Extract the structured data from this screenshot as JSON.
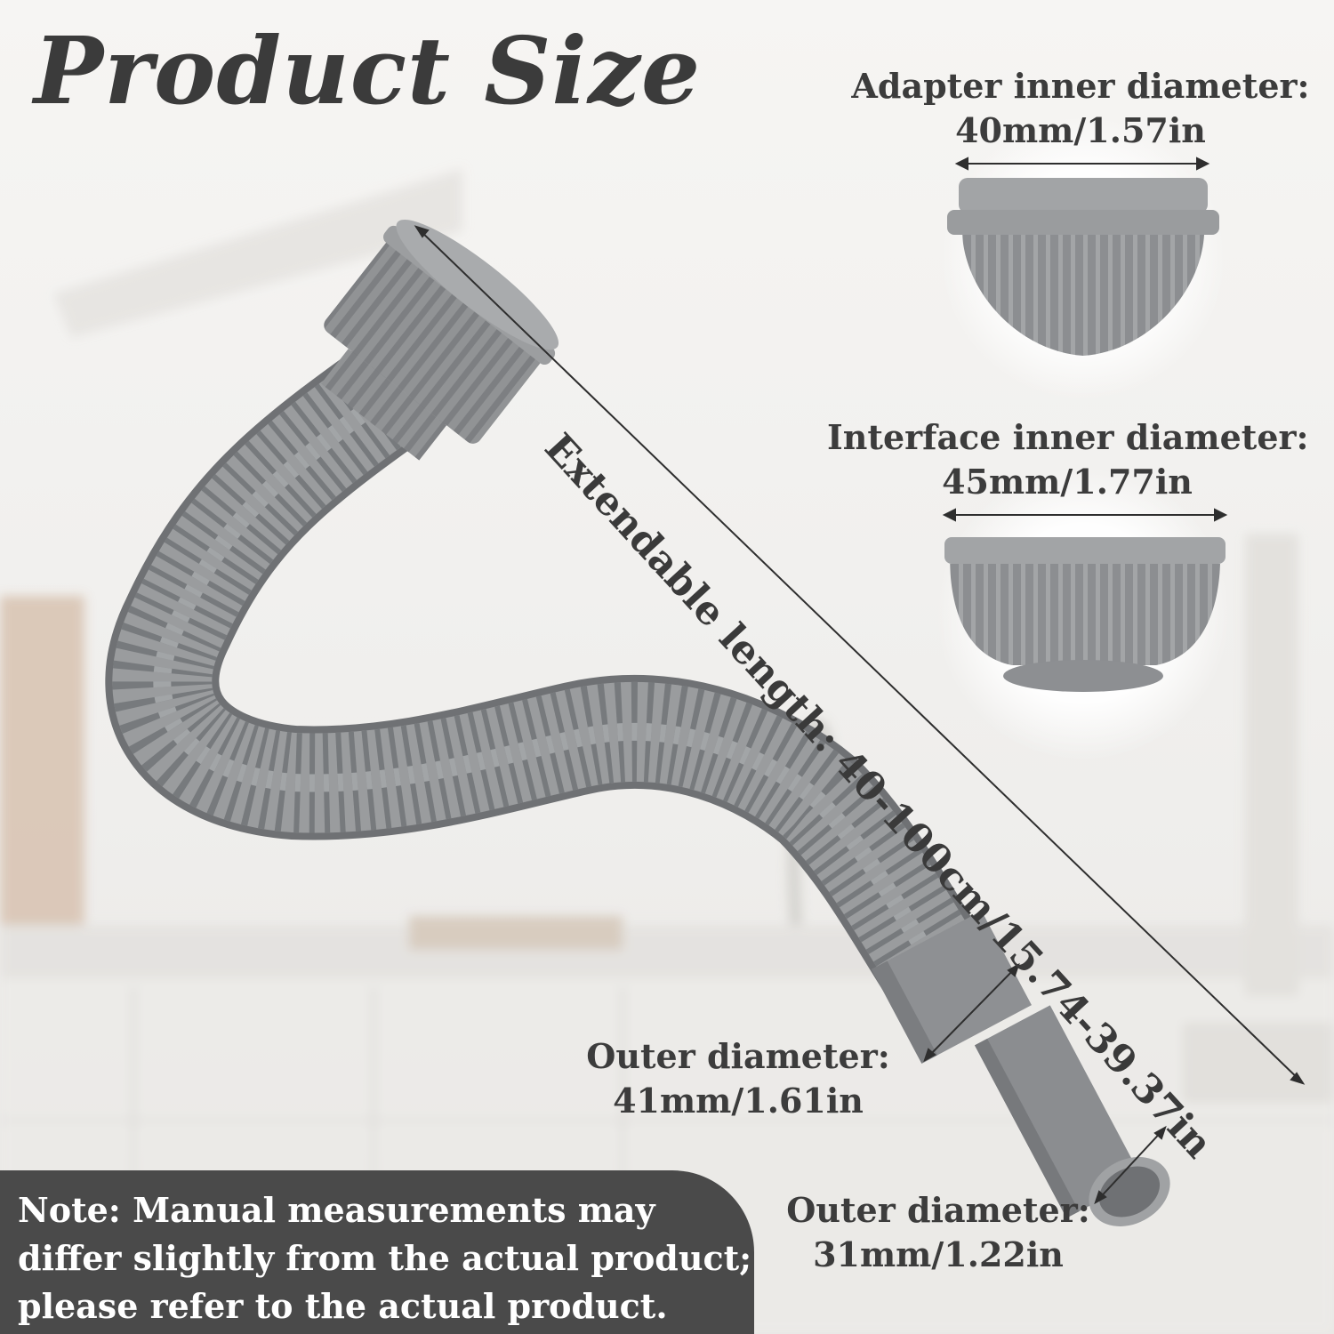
{
  "title": "Product Size",
  "callouts": {
    "adapter": {
      "label": "Adapter inner diameter:",
      "value": "40mm/1.57in"
    },
    "interface": {
      "label": "Interface inner diameter:",
      "value": "45mm/1.77in"
    },
    "extendable": {
      "text": "Extendable length: 40-100cm/15.74-39.37in"
    },
    "outer_large": {
      "label": "Outer diameter:",
      "value": "41mm/1.61in"
    },
    "outer_small": {
      "label": "Outer diameter:",
      "value": "31mm/1.22in"
    }
  },
  "note": {
    "lines": [
      "Note: Manual measurements may",
      "differ slightly from the actual product;",
      "please refer to the actual product."
    ]
  },
  "colors": {
    "pipe": "#8f9193",
    "pipe_dark": "#7b7d80",
    "note_bg": "#4a4a4a",
    "text": "#3a3a3a"
  }
}
